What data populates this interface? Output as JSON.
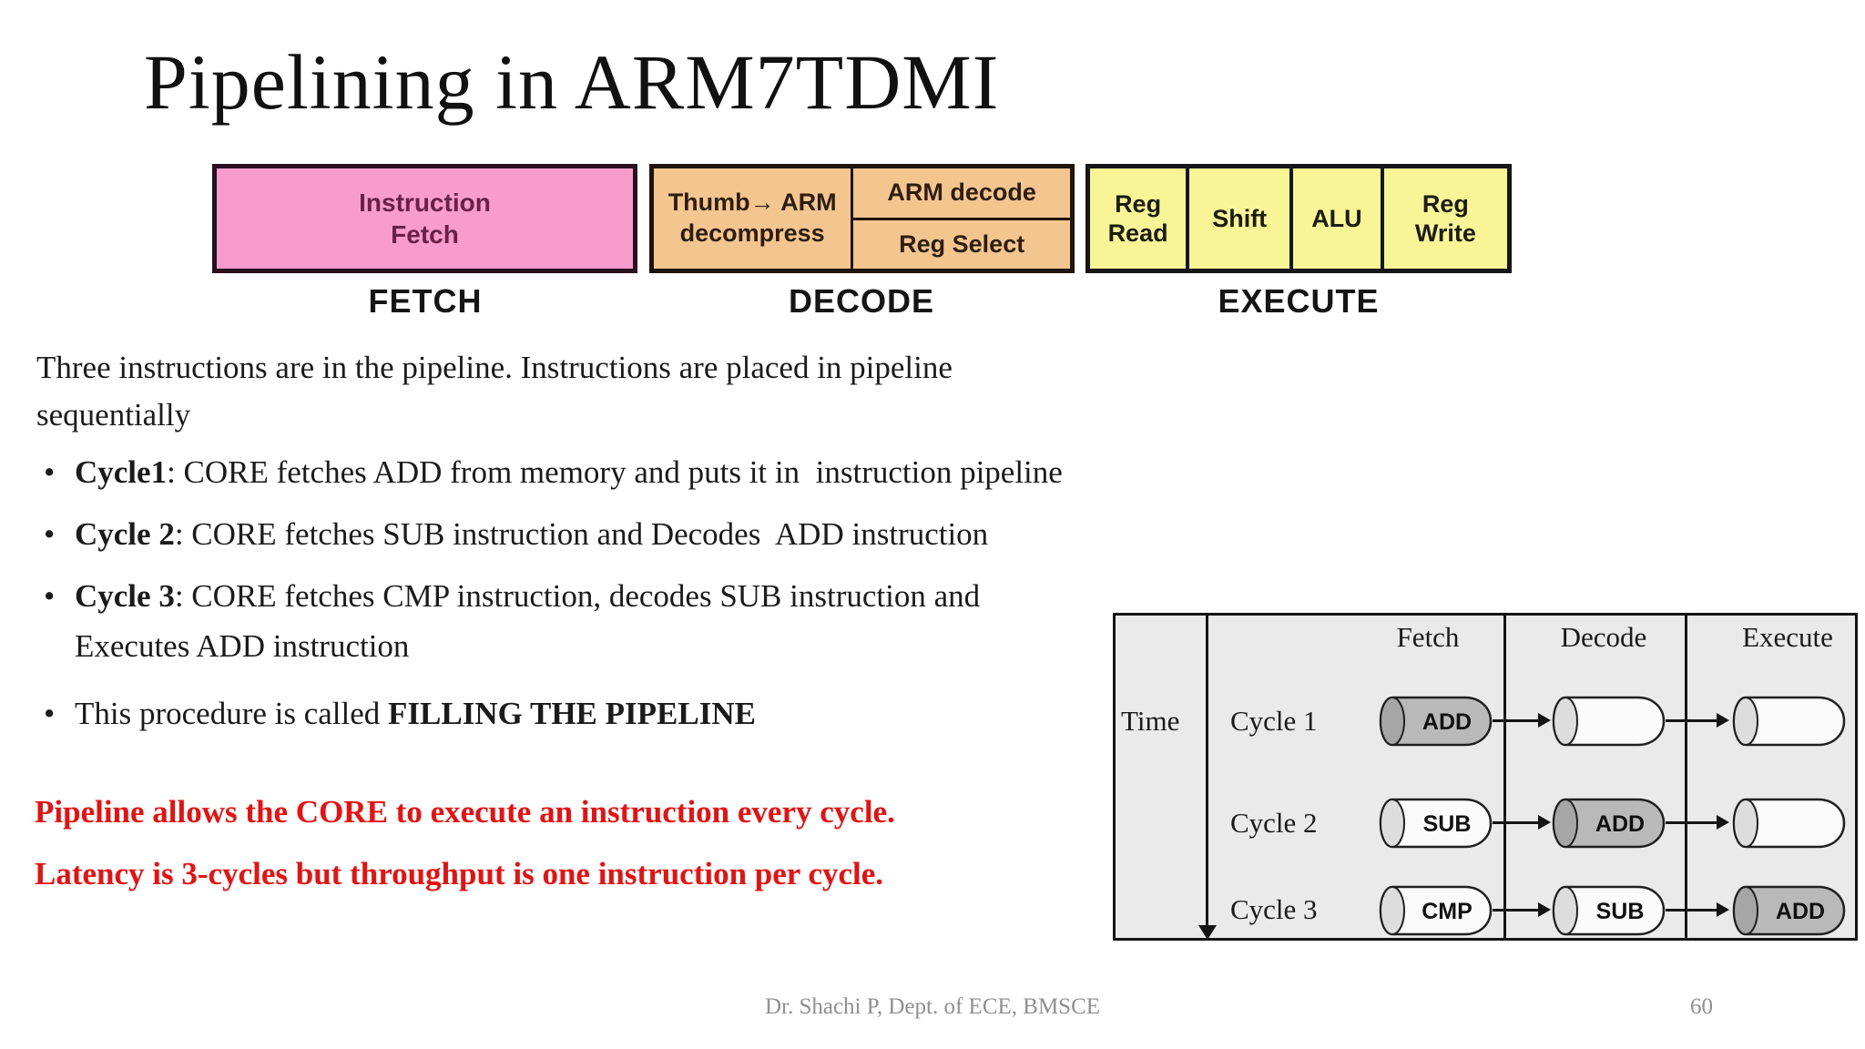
{
  "slide": {
    "title": "Pipelining in ARM7TDMI",
    "footer": {
      "credit": "Dr. Shachi P, Dept. of ECE, BMSCE",
      "page_number": "60"
    }
  },
  "pipeline_diagram": {
    "fetch": {
      "box_label": "Instruction\nFetch",
      "stage_label": "FETCH",
      "color": "#f79ccd"
    },
    "decode": {
      "left_cell": "Thumb→ ARM\ndecompress",
      "top_cell": "ARM decode",
      "bottom_cell": "Reg Select",
      "stage_label": "DECODE",
      "color": "#f3c68f"
    },
    "execute": {
      "cells": [
        "Reg\nRead",
        "Shift",
        "ALU",
        "Reg\nWrite"
      ],
      "stage_label": "EXECUTE",
      "color": "#f7f595"
    }
  },
  "body": {
    "bullet_char": "•",
    "intro": "Three instructions are in the pipeline. Instructions are placed in pipeline\nsequentially",
    "bullets": [
      {
        "lead": "Cycle1",
        "rest": ": CORE fetches ADD from memory and puts it in  instruction pipeline",
        "bold_tail": ""
      },
      {
        "lead": "Cycle 2",
        "rest": ": CORE fetches SUB instruction and Decodes  ADD instruction",
        "bold_tail": ""
      },
      {
        "lead": "Cycle 3",
        "rest": ": CORE fetches CMP instruction, decodes SUB instruction and\nExecutes ADD instruction",
        "bold_tail": ""
      },
      {
        "lead": "",
        "rest": "This procedure is called ",
        "bold_tail": "FILLING THE PIPELINE"
      }
    ],
    "red_lines": [
      "Pipeline allows the CORE to execute an instruction every cycle.",
      "Latency is 3-cycles but throughput is one instruction per cycle."
    ],
    "red_color": "#ea1010"
  },
  "cycle_figure": {
    "column_headers": [
      "Fetch",
      "Decode",
      "Execute"
    ],
    "time_label": "Time",
    "rows": [
      {
        "label": "Cycle 1",
        "cells": [
          {
            "text": "ADD",
            "highlight": true
          },
          {
            "text": "",
            "highlight": false
          },
          {
            "text": "",
            "highlight": false
          }
        ]
      },
      {
        "label": "Cycle 2",
        "cells": [
          {
            "text": "SUB",
            "highlight": false
          },
          {
            "text": "ADD",
            "highlight": true
          },
          {
            "text": "",
            "highlight": false
          }
        ]
      },
      {
        "label": "Cycle 3",
        "cells": [
          {
            "text": "CMP",
            "highlight": false
          },
          {
            "text": "SUB",
            "highlight": false
          },
          {
            "text": "ADD",
            "highlight": true
          }
        ]
      }
    ],
    "highlight_color": "#b9b9b9"
  }
}
